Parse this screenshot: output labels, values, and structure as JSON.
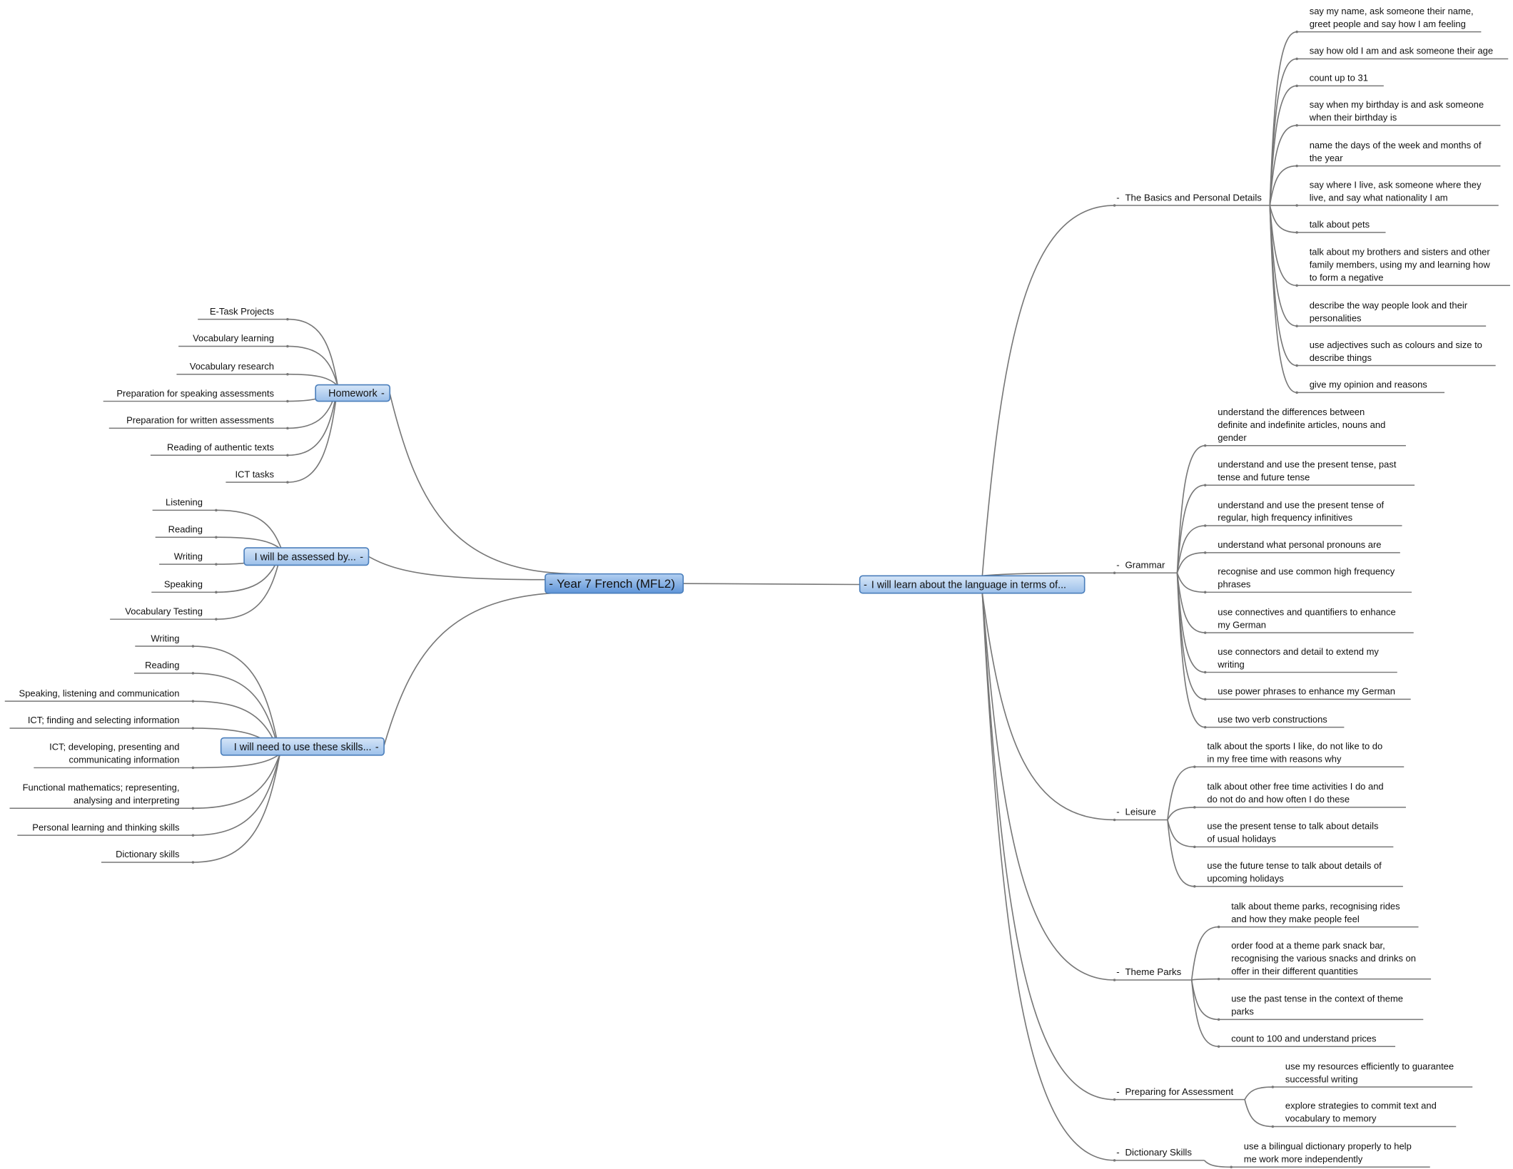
{
  "central": {
    "label": "Year 7 French (MFL2)",
    "toggle": "-"
  },
  "left_topics": [
    {
      "label": "Homework",
      "toggle": "-",
      "items": [
        [
          "E-Task Projects"
        ],
        [
          "Vocabulary learning"
        ],
        [
          "Vocabulary research"
        ],
        [
          "Preparation for speaking assessments"
        ],
        [
          "Preparation for written assessments"
        ],
        [
          "Reading of authentic texts"
        ],
        [
          "ICT tasks"
        ]
      ]
    },
    {
      "label": "I will be assessed by...",
      "toggle": "-",
      "items": [
        [
          "Listening"
        ],
        [
          "Reading"
        ],
        [
          "Writing"
        ],
        [
          "Speaking"
        ],
        [
          "Vocabulary Testing"
        ]
      ]
    },
    {
      "label": "I will need to use these skills...",
      "toggle": "-",
      "items": [
        [
          "Writing"
        ],
        [
          "Reading"
        ],
        [
          "Speaking, listening and communication"
        ],
        [
          "ICT; finding and selecting information"
        ],
        [
          "ICT; developing, presenting and",
          "communicating information"
        ],
        [
          "Functional mathematics; representing,",
          "analysing and interpreting"
        ],
        [
          "Personal learning and thinking skills"
        ],
        [
          "Dictionary skills"
        ]
      ]
    }
  ],
  "right_topic": {
    "label": "I will learn about the language in terms of...",
    "toggle": "-",
    "subtopics": [
      {
        "label": "The Basics and Personal Details",
        "toggle": "-",
        "items": [
          [
            "say my name, ask someone their name,",
            "greet people and say how I am feeling"
          ],
          [
            "say how old I am and ask someone their age"
          ],
          [
            "count up to 31"
          ],
          [
            "say when my birthday is and ask someone",
            "when their birthday is"
          ],
          [
            "name the days of the week and months of",
            "the year"
          ],
          [
            "say where I live, ask someone where they",
            "live, and say what nationality I am"
          ],
          [
            "talk about pets"
          ],
          [
            "talk about my brothers and sisters and other",
            "family members, using my and learning how",
            "to form a negative"
          ],
          [
            "describe the way people look and their",
            "personalities"
          ],
          [
            "use adjectives such as colours and size to",
            "describe things"
          ],
          [
            "give my opinion and reasons"
          ]
        ]
      },
      {
        "label": "Grammar",
        "toggle": "-",
        "items": [
          [
            "understand the differences between",
            "definite and indefinite articles, nouns and",
            "gender"
          ],
          [
            "understand and use the present tense, past",
            "tense and future tense"
          ],
          [
            "understand and use the present tense of",
            "regular, high frequency infinitives"
          ],
          [
            "understand what personal pronouns are"
          ],
          [
            "recognise and use common high frequency",
            "phrases"
          ],
          [
            "use connectives and quantifiers to enhance",
            "my German"
          ],
          [
            "use connectors and detail to extend my",
            "writing"
          ],
          [
            "use power phrases to enhance my German"
          ],
          [
            "use two verb constructions"
          ]
        ]
      },
      {
        "label": "Leisure",
        "toggle": "-",
        "items": [
          [
            "talk about the sports I like, do not like to do",
            "in my free time with reasons why"
          ],
          [
            "talk about other free time activities I do and",
            "do not do and how often I do these"
          ],
          [
            "use the present tense to talk about details",
            "of usual holidays"
          ],
          [
            "use the future tense to talk about details of",
            "upcoming holidays"
          ]
        ]
      },
      {
        "label": "Theme Parks",
        "toggle": "-",
        "items": [
          [
            "talk about theme parks, recognising rides",
            "and how they make people feel"
          ],
          [
            "order food at a theme park snack bar,",
            "recognising the various snacks and drinks on",
            "offer in their different quantities"
          ],
          [
            "use the past tense in the context of theme",
            "parks"
          ],
          [
            "count to 100 and understand prices"
          ]
        ]
      },
      {
        "label": "Preparing for Assessment",
        "toggle": "-",
        "items": [
          [
            "use my resources efficiently to guarantee",
            "successful writing"
          ],
          [
            "explore strategies to commit text and",
            "vocabulary to memory"
          ]
        ]
      },
      {
        "label": "Dictionary Skills",
        "toggle": "-",
        "items": [
          [
            "use a bilingual dictionary properly to help",
            "me work more independently"
          ]
        ]
      }
    ]
  },
  "colors": {
    "node_top": "#d6e6f8",
    "node_bottom": "#9cc0ea",
    "node_border": "#4a7ebb",
    "central_top": "#b4d0f2",
    "central_bottom": "#5f95d8",
    "line": "#777777"
  }
}
